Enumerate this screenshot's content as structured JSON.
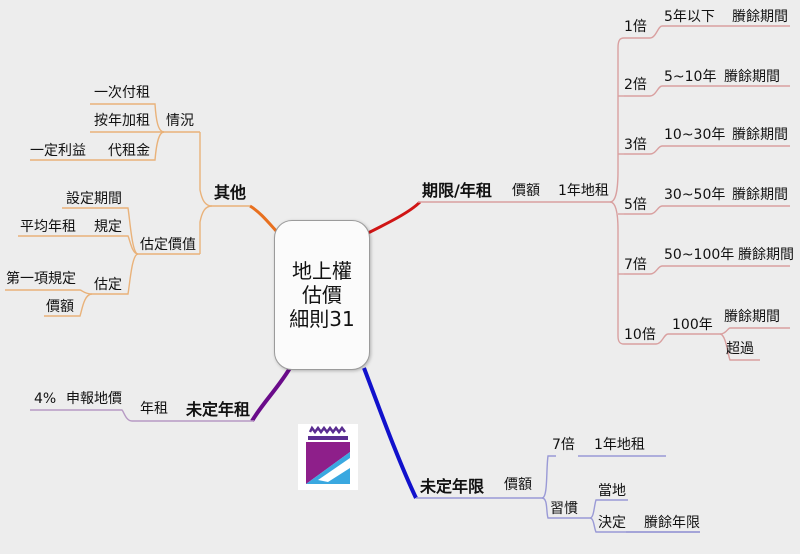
{
  "center": {
    "line1": "地上權",
    "line2": "估價",
    "line3": "細則31"
  },
  "other": {
    "title": "其他",
    "situation": "情況",
    "one_time_rent": "一次付租",
    "annual_increase": "按年加租",
    "in_lieu": "代租金",
    "fixed_profit": "一定利益",
    "valuation": "估定價值",
    "set_period": "設定期間",
    "provision": "規定",
    "avg_annual_rent": "平均年租",
    "estimate": "估定",
    "first_provision": "第一項規定",
    "amount": "價額"
  },
  "term": {
    "title": "期限/年租",
    "amount": "價額",
    "one_year_rent": "1年地租",
    "rows": [
      {
        "mult": "1倍",
        "range": "5年以下",
        "rest": "賸餘期間"
      },
      {
        "mult": "2倍",
        "range": "5~10年",
        "rest": "賸餘期間"
      },
      {
        "mult": "3倍",
        "range": "10~30年",
        "rest": "賸餘期間"
      },
      {
        "mult": "5倍",
        "range": "30~50年",
        "rest": "賸餘期間"
      },
      {
        "mult": "7倍",
        "range": "50~100年",
        "rest": "賸餘期間"
      }
    ],
    "last": {
      "mult": "10倍",
      "range": "100年",
      "rest": "賸餘期間",
      "exceed": "超過"
    }
  },
  "undecided_rent": {
    "title": "未定年租",
    "rent": "年租",
    "percent": "4%",
    "declared": "申報地價"
  },
  "undecided_term": {
    "title": "未定年限",
    "amount": "價額",
    "mult": "7倍",
    "one_year_rent": "1年地租",
    "custom": "習慣",
    "local": "當地",
    "decide": "決定",
    "remaining": "賸餘年限"
  },
  "colors": {
    "other": "#e8701f",
    "term": "#d01515",
    "undecided_rent": "#6a0b8a",
    "undecided_term": "#1111cc",
    "other_line": "#e9b27a",
    "term_line": "#d9a0a0",
    "rent_line": "#b79ac4",
    "uterm_line": "#9a9ad6"
  }
}
